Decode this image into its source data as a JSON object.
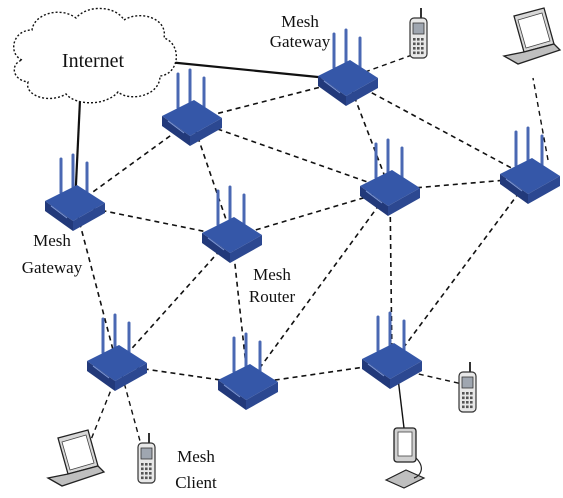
{
  "diagram": {
    "cloud_label": "Internet",
    "labels": {
      "top_gateway": [
        "Mesh",
        "Gateway"
      ],
      "left_gateway": [
        "Mesh",
        "Gateway"
      ],
      "router": [
        "Mesh",
        "Router"
      ],
      "client": [
        "Mesh",
        "Client"
      ]
    },
    "device_color": "#3557a8",
    "device_color_dark": "#22397a",
    "link_color": "#111111"
  }
}
